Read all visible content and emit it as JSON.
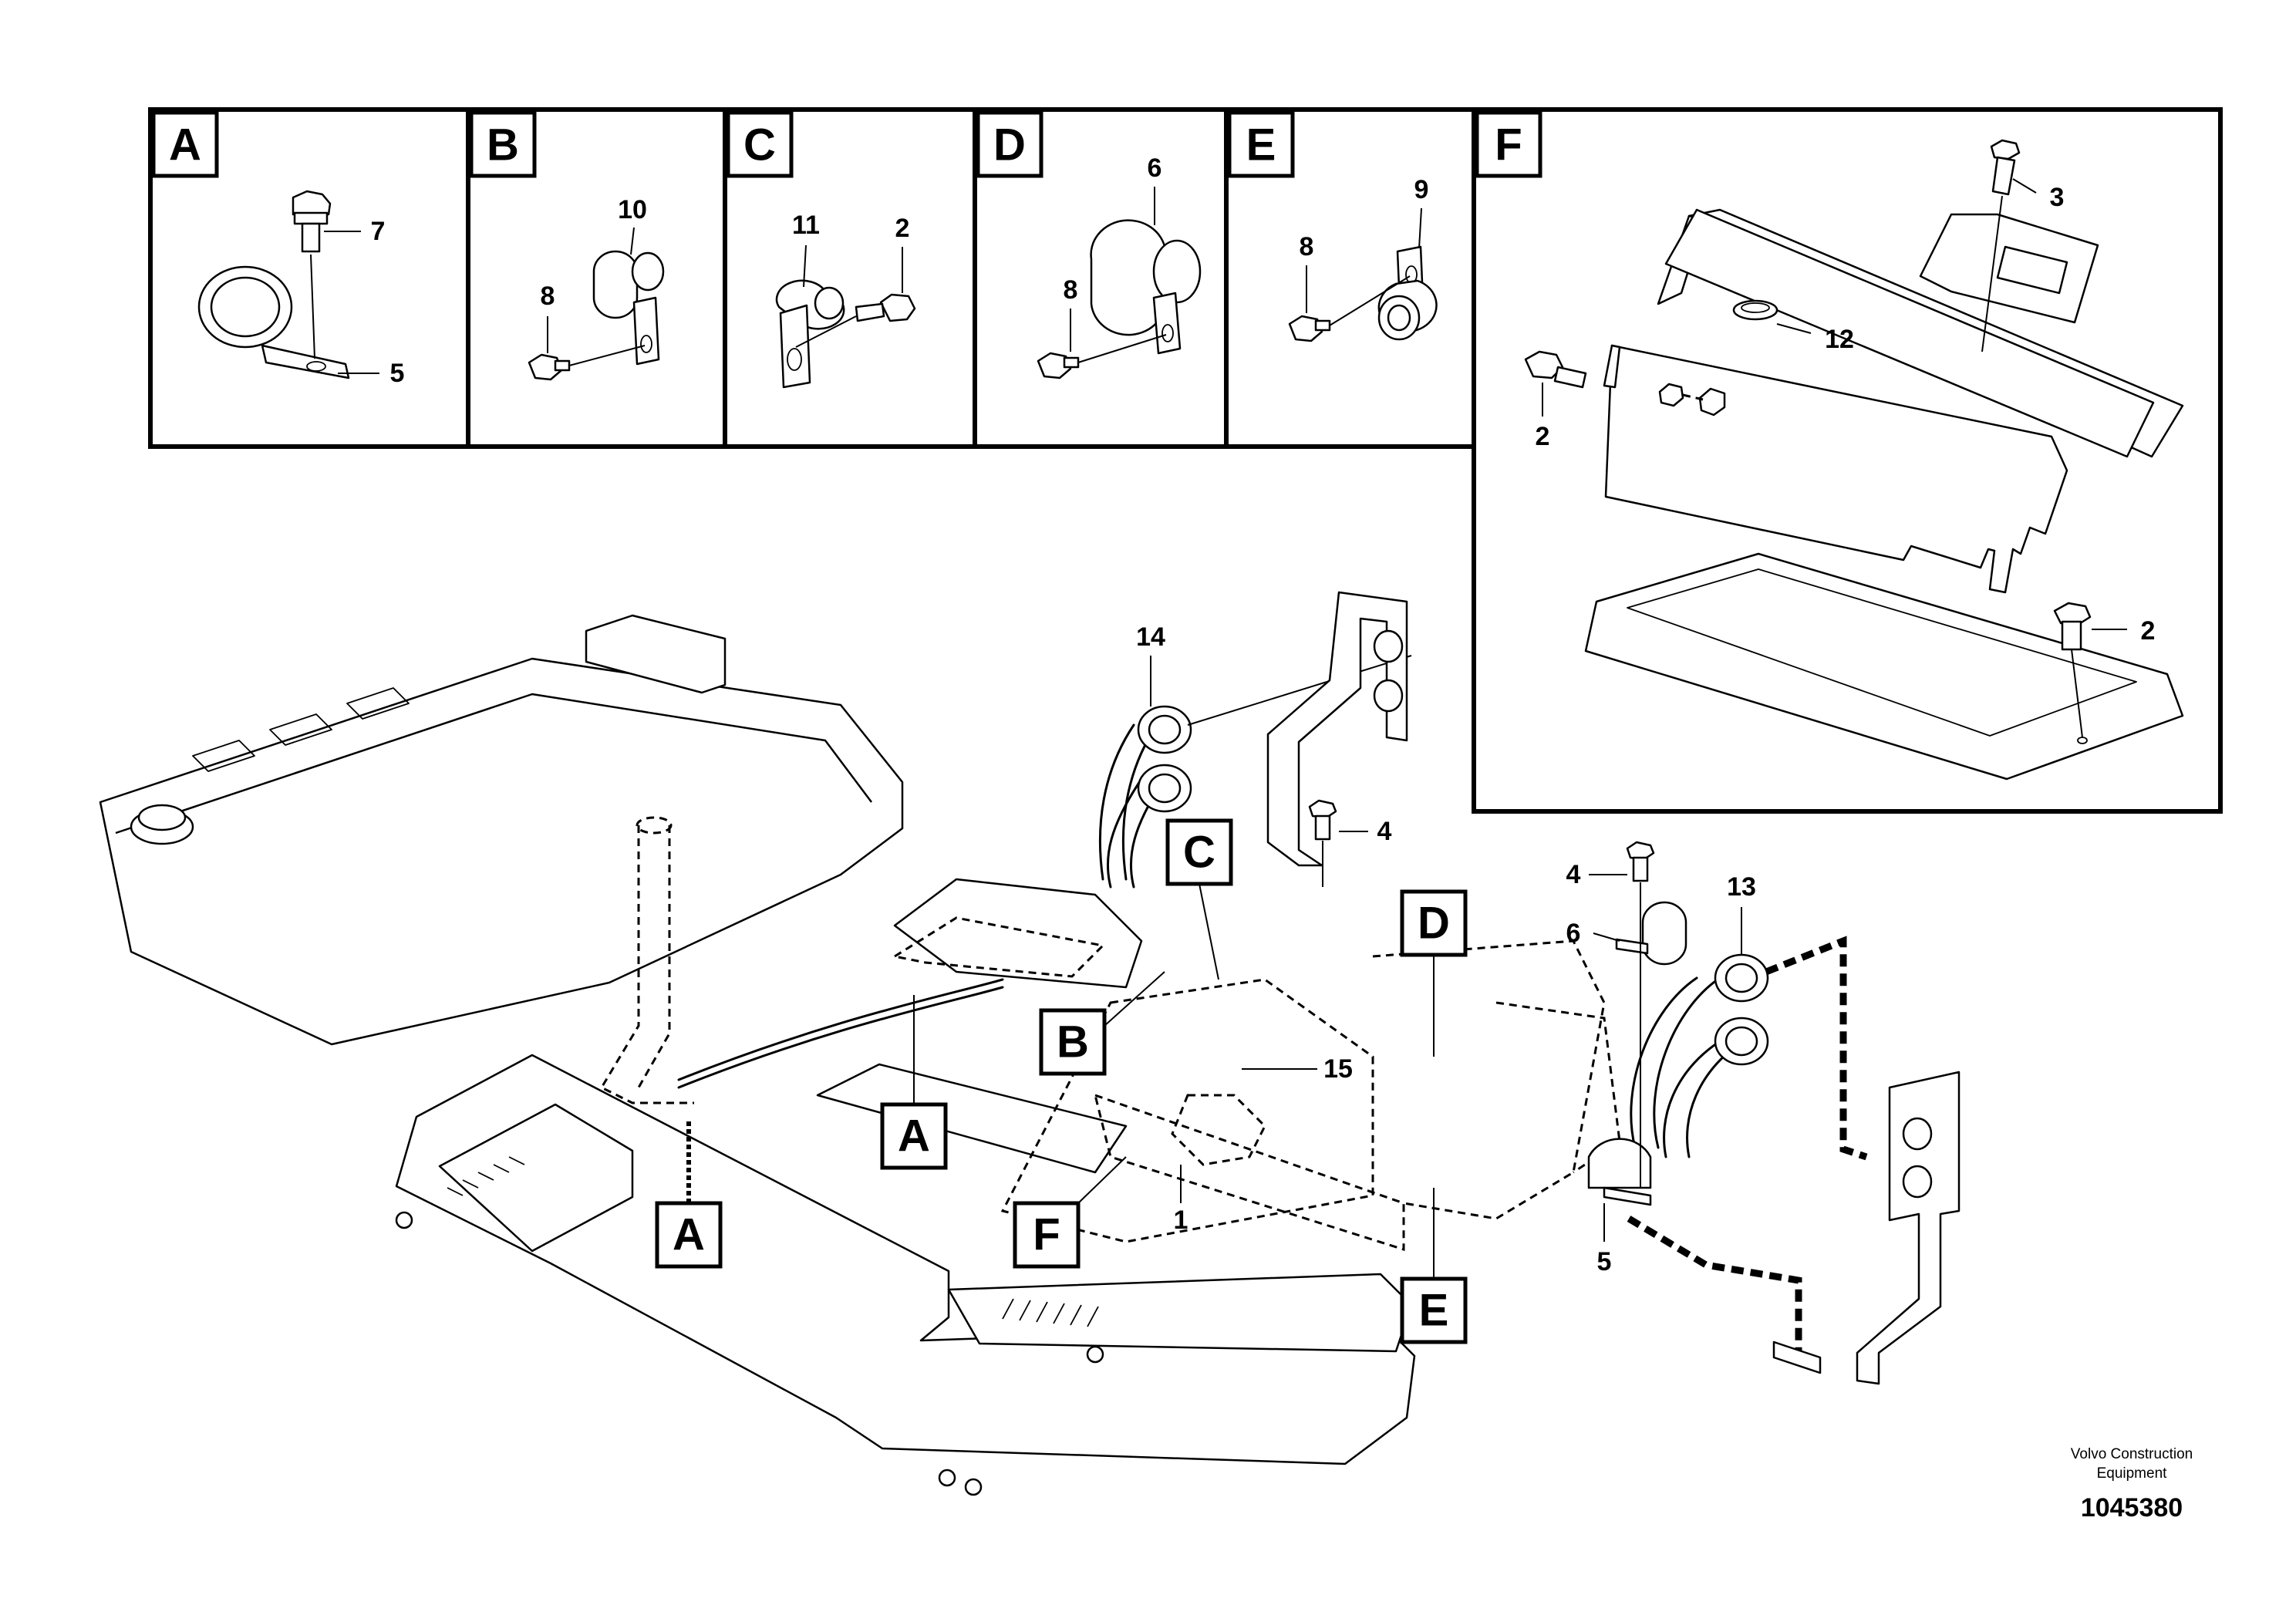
{
  "detail_panels": [
    {
      "letter": "A",
      "callouts": [
        "7",
        "5"
      ]
    },
    {
      "letter": "B",
      "callouts": [
        "10",
        "8"
      ]
    },
    {
      "letter": "C",
      "callouts": [
        "11",
        "2"
      ]
    },
    {
      "letter": "D",
      "callouts": [
        "6",
        "8"
      ]
    },
    {
      "letter": "E",
      "callouts": [
        "8",
        "9"
      ]
    },
    {
      "letter": "F",
      "callouts": [
        "3",
        "12",
        "2",
        "2"
      ]
    }
  ],
  "main_view": {
    "location_labels": [
      "A",
      "A",
      "B",
      "C",
      "D",
      "E",
      "F"
    ],
    "callouts": [
      "14",
      "4",
      "4",
      "6",
      "13",
      "15",
      "1",
      "5"
    ]
  },
  "footer": {
    "manufacturer_line1": "Volvo Construction",
    "manufacturer_line2": "Equipment",
    "document_number": "1045380"
  }
}
